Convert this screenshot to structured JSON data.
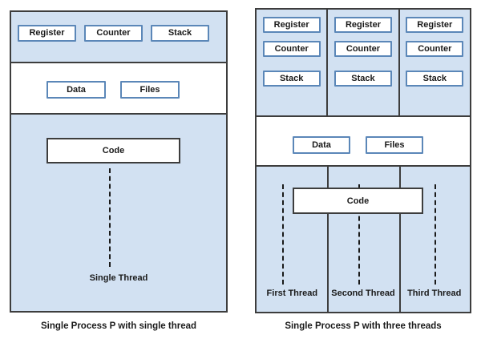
{
  "left_diagram": {
    "register_label": "Register",
    "counter_label": "Counter",
    "stack_label": "Stack",
    "data_label": "Data",
    "files_label": "Files",
    "code_label": "Code",
    "thread_label": "Single Thread",
    "caption": "Single Process P with single thread"
  },
  "right_diagram": {
    "columns": [
      {
        "register": "Register",
        "counter": "Counter",
        "stack": "Stack",
        "thread": "First Thread"
      },
      {
        "register": "Register",
        "counter": "Counter",
        "stack": "Stack",
        "thread": "Second Thread"
      },
      {
        "register": "Register",
        "counter": "Counter",
        "stack": "Stack",
        "thread": "Third Thread"
      }
    ],
    "data_label": "Data",
    "files_label": "Files",
    "code_label": "Code",
    "caption": "Single Process P with three threads"
  },
  "colors": {
    "section_fill_blue": "#d2e1f2",
    "section_border_dark": "#3d3d3d",
    "small_box_border_blue": "#5b87b8",
    "small_box_fill": "#ffffff",
    "text": "#1a1a1a"
  }
}
